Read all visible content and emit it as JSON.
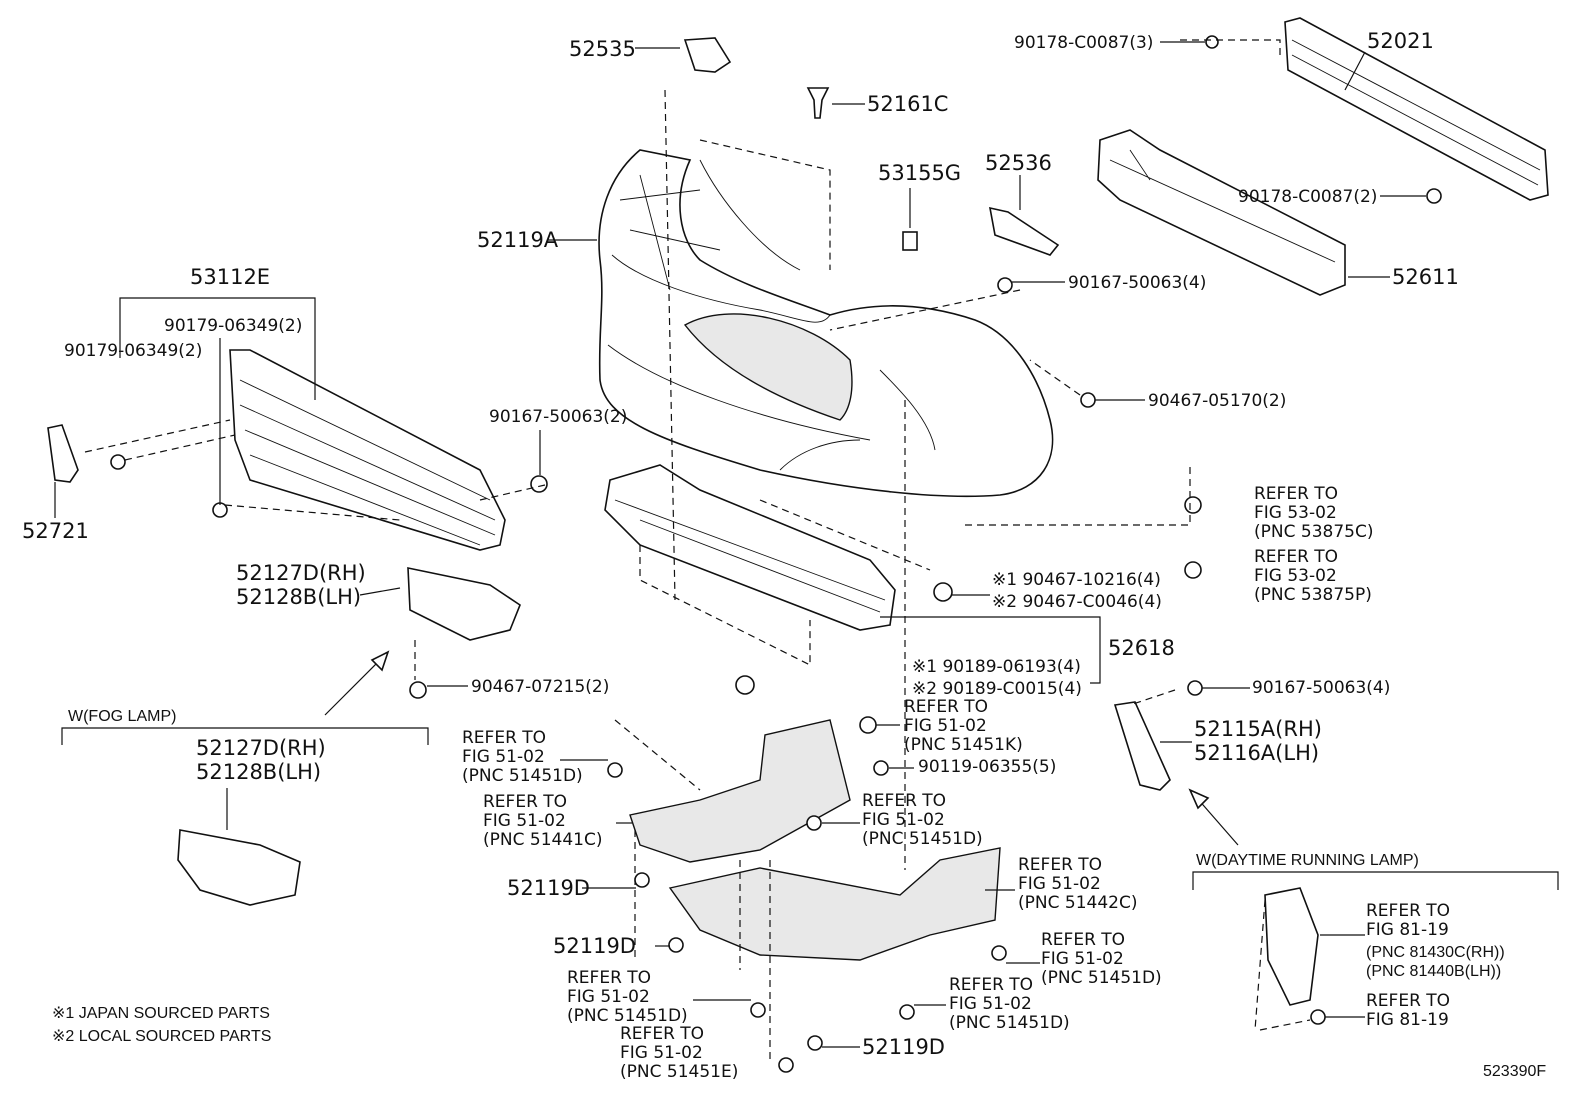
{
  "diagram_id": "523390F",
  "labels": {
    "l52535": "52535",
    "l52161c": "52161C",
    "l53155g": "53155G",
    "l52536": "52536",
    "l52119a": "52119A",
    "l90178_3": "90178-C0087(3)",
    "l52021": "52021",
    "l90178_2": "90178-C0087(2)",
    "l52611": "52611",
    "l90167_4a": "90167-50063(4)",
    "l90467_05170": "90467-05170(2)",
    "l53112e": "53112E",
    "l90179_a": "90179-06349(2)",
    "l90179_b": "90179-06349(2)",
    "l52721": "52721",
    "l90167_2": "90167-50063(2)",
    "l52127d_1": "52127D(RH)",
    "l52128b_1": "52128B(LH)",
    "l90467_07215": "90467-07215(2)",
    "fog_title": "W(FOG LAMP)",
    "l52127d_2": "52127D(RH)",
    "l52128b_2": "52128B(LH)",
    "l90467_10216": "※1 90467-10216(4)",
    "l90467_c0046": "※2 90467-C0046(4)",
    "l52618": "52618",
    "l90189_06193": "※1 90189-06193(4)",
    "l90189_c0015": "※2 90189-C0015(4)",
    "l90167_4b": "90167-50063(4)",
    "l52115a": "52115A(RH)",
    "l52116a": "52116A(LH)",
    "l90119": "90119-06355(5)",
    "drl_title": "W(DAYTIME RUNNING LAMP)",
    "l52119d_1": "52119D",
    "l52119d_2": "52119D",
    "l52119d_3": "52119D",
    "notes": [
      "※1 JAPAN SOURCED PARTS",
      "※2 LOCAL SOURCED PARTS"
    ]
  },
  "refers": {
    "r53875c": [
      "REFER TO",
      "FIG 53-02",
      "(PNC 53875C)"
    ],
    "r53875p": [
      "REFER TO",
      "FIG 53-02",
      "(PNC 53875P)"
    ],
    "r51451k": [
      "REFER TO",
      "FIG 51-02",
      "(PNC 51451K)"
    ],
    "r51451d_a": [
      "REFER TO",
      "FIG 51-02",
      "(PNC 51451D)"
    ],
    "r51441c": [
      "REFER TO",
      "FIG 51-02",
      "(PNC 51441C)"
    ],
    "r51451d_b": [
      "REFER TO",
      "FIG 51-02",
      "(PNC 51451D)"
    ],
    "r51442c": [
      "REFER TO",
      "FIG 51-02",
      "(PNC 51442C)"
    ],
    "r51451d_c": [
      "REFER TO",
      "FIG 51-02",
      "(PNC 51451D)"
    ],
    "r51451d_d": [
      "REFER TO",
      "FIG 51-02",
      "(PNC 51451D)"
    ],
    "r51451d_e": [
      "REFER TO",
      "FIG 51-02",
      "(PNC 51451D)"
    ],
    "r51451e": [
      "REFER TO",
      "FIG 51-02",
      "(PNC 51451E)"
    ],
    "r81_19a": [
      "REFER TO",
      "FIG 81-19",
      "(PNC 81430C(RH))",
      "(PNC 81440B(LH))"
    ],
    "r81_19b": [
      "REFER TO",
      "FIG 81-19"
    ]
  }
}
